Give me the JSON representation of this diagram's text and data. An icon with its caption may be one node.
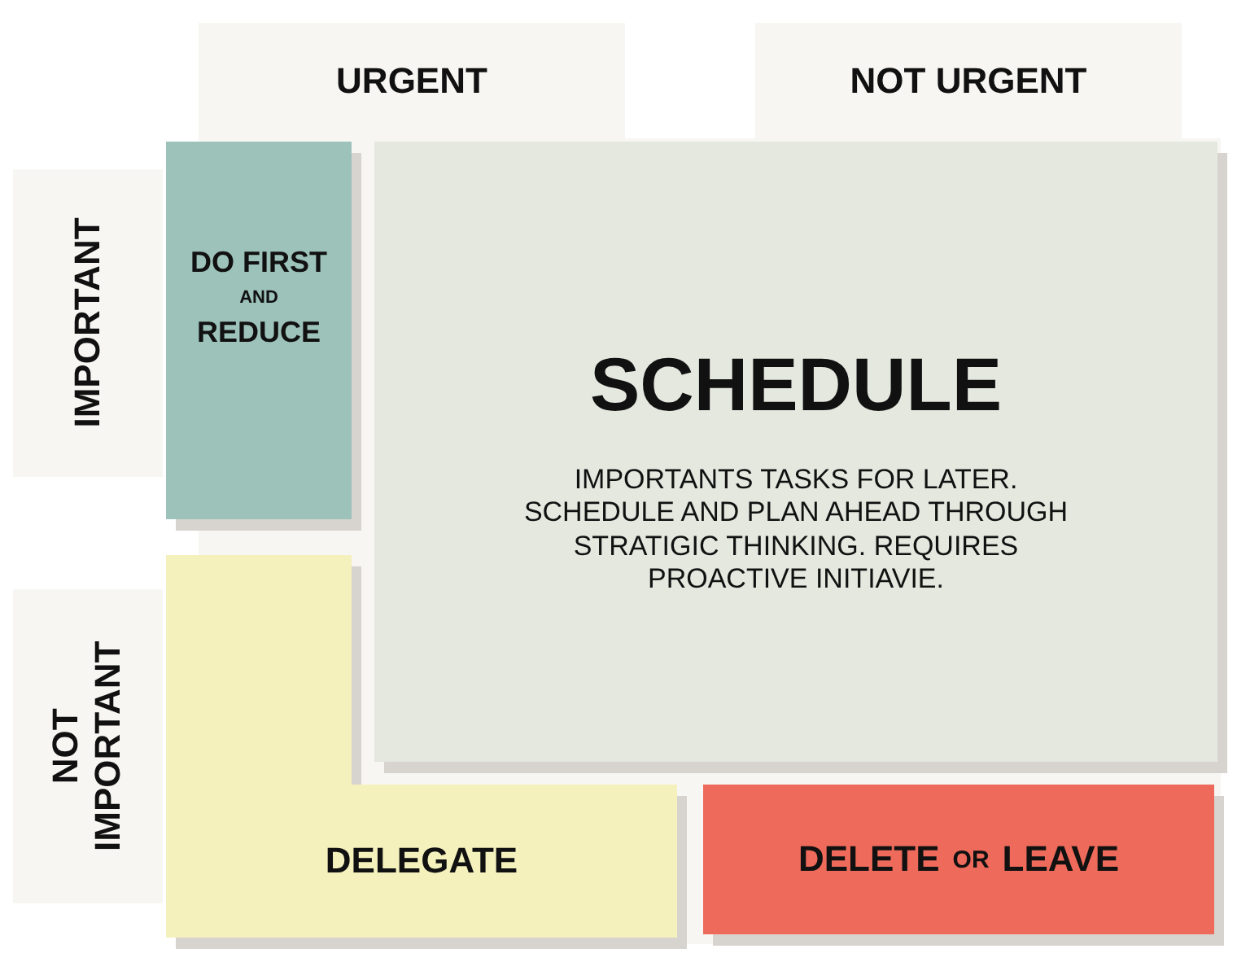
{
  "diagram": {
    "nodes": [
      {
        "text": [
          "URGENT"
        ]
      },
      {
        "text": [
          "NOT URGENT"
        ]
      },
      {
        "text": [
          "IMPORTANT"
        ]
      },
      {
        "text": [
          "NOT IMPORTANT"
        ]
      },
      {
        "text": [
          "DO FIRST",
          "AND",
          "REDUCE"
        ]
      },
      {
        "text": [
          "SCHEDULE",
          "IMPORTANTS TASKS FOR LATER. SCHEDULE AND PLAN AHEAD THROUGH STRATIGIC THINKING. REQUIRES PROACTIVE INITIAVIE."
        ]
      },
      {
        "text": [
          "DELEGATE"
        ]
      },
      {
        "text": [
          "DELETE",
          "OR",
          "LEAVE"
        ]
      }
    ],
    "edges": []
  }
}
